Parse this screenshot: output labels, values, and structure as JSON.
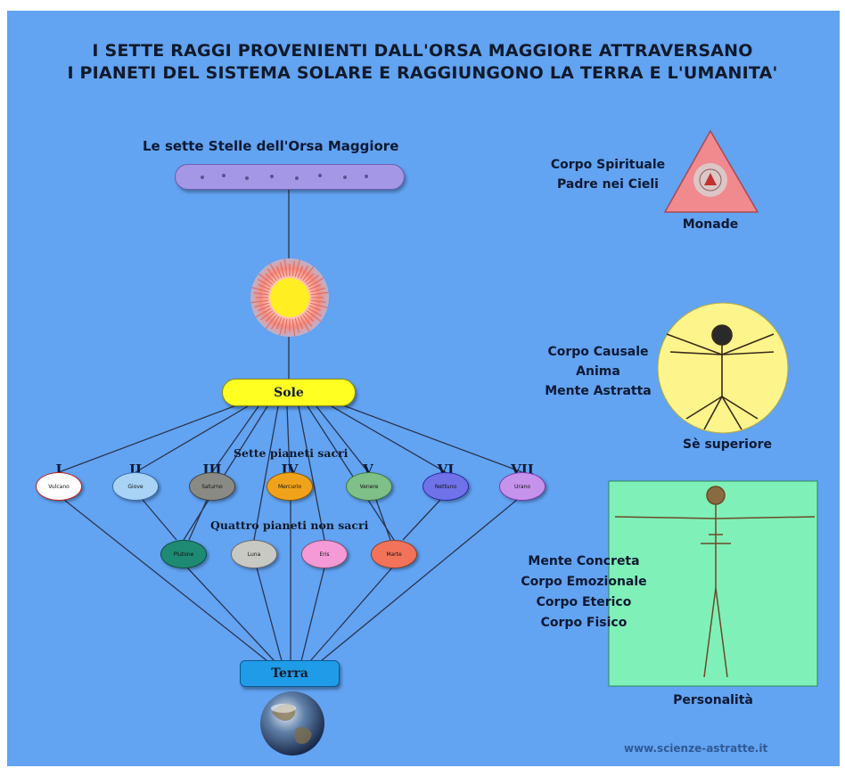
{
  "title": {
    "line1": "I SETTE RAGGI PROVENIENTI DALL'ORSA MAGGIORE ATTRAVERSANO",
    "line2": "I PIANETI DEL SISTEMA SOLARE E RAGGIUNGONO LA TERRA E L'UMANITA'"
  },
  "orsa": {
    "label": "Le sette Stelle dell'Orsa Maggiore"
  },
  "sole": {
    "label": "Sole"
  },
  "sacred": {
    "group_label": "Sette pianeti sacri",
    "planets": [
      {
        "numeral": "I",
        "name": "Vulcano",
        "color": "#ffffff",
        "border": "#c81e1e"
      },
      {
        "numeral": "II",
        "name": "Giove",
        "color": "#a9d3f5",
        "border": "#3a6fa8"
      },
      {
        "numeral": "III",
        "name": "Saturno",
        "color": "#8a8a85",
        "border": "#444444"
      },
      {
        "numeral": "IV",
        "name": "Mercurio",
        "color": "#f0a31a",
        "border": "#8a5c00"
      },
      {
        "numeral": "V",
        "name": "Venere",
        "color": "#7fbf88",
        "border": "#3d7a45"
      },
      {
        "numeral": "VI",
        "name": "Nettuno",
        "color": "#6f72e8",
        "border": "#2a2d9e"
      },
      {
        "numeral": "VII",
        "name": "Urano",
        "color": "#c693ec",
        "border": "#7a3fb0"
      }
    ]
  },
  "non_sacred": {
    "group_label": "Quattro pianeti non sacri",
    "planets": [
      {
        "name": "Plutone",
        "color": "#1e8a73"
      },
      {
        "name": "Luna",
        "color": "#c9c9c4"
      },
      {
        "name": "Eris",
        "color": "#f59ad6"
      },
      {
        "name": "Marte",
        "color": "#f2735a"
      }
    ]
  },
  "terra": {
    "label": "Terra"
  },
  "bodies": {
    "monade": {
      "lines": [
        "Corpo Spirituale",
        "Padre nei Cieli"
      ],
      "name": "Monade"
    },
    "se_superiore": {
      "lines": [
        "Corpo Causale",
        "Anima",
        "Mente Astratta"
      ],
      "name": "Sè superiore"
    },
    "personalita": {
      "lines": [
        "Mente Concreta",
        "Corpo Emozionale",
        "Corpo Eterico",
        "Corpo Fisico"
      ],
      "name": "Personalità"
    }
  },
  "footer": {
    "url": "www.scienze-astratte.it"
  },
  "colors": {
    "background": "#62a3f2",
    "sole": "#ffff22",
    "terra": "#1f9be8",
    "orsa_bar": "#a497e6",
    "monade_triangle": "#f08a8f",
    "se_superiore_circle": "#fdf48c",
    "personalita_box": "#7ff0b8"
  }
}
